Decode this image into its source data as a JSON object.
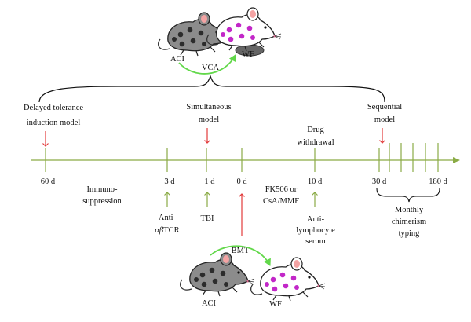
{
  "colors": {
    "timeline": "#8aab45",
    "red_arrow": "#e23b3b",
    "green_arrow": "#62d84a",
    "text": "#111111",
    "aci_coat": "#8c8c8c",
    "aci_spot": "#2c2c2c",
    "wf_coat": "#ffffff",
    "wf_spot": "#c227c8",
    "ear_inner": "#f4a3a3",
    "wf_plate": "#666666"
  },
  "top_transplant": {
    "donor_label": "ACI",
    "recipient_label": "WF",
    "procedure_label": "VCA"
  },
  "models": {
    "delayed": {
      "line1": "Delayed tolerance",
      "line2": "induction model"
    },
    "simultaneous": {
      "line1": "Simultaneous",
      "line2": "model"
    },
    "sequential": {
      "line1": "Sequential",
      "line2": "model"
    }
  },
  "drug_withdrawal": {
    "line1": "Drug",
    "line2": "withdrawal"
  },
  "timeline_ticks": {
    "minus60": "−60 d",
    "minus3": "−3 d",
    "minus1": "−1 d",
    "zero": "0 d",
    "ten": "10 d",
    "thirty": "30 d",
    "oneeighty": "180 d"
  },
  "immunosuppression": {
    "line1": "Immuno-",
    "line2": "suppression"
  },
  "fk506": {
    "line1": "FK506 or",
    "line2": "CsA/MMF"
  },
  "anti_abtcr": {
    "line1": "Anti-",
    "line2_prefix": "αβ",
    "line2_suffix": "TCR"
  },
  "tbi": "TBI",
  "anti_lymphocyte": {
    "line1": "Anti-",
    "line2": "lymphocyte",
    "line3": "serum"
  },
  "monthly": {
    "line1": "Monthly",
    "line2": "chimerism",
    "line3": "typing"
  },
  "bottom_transplant": {
    "procedure_label": "BMT",
    "donor_label": "ACI",
    "recipient_label": "WF"
  }
}
